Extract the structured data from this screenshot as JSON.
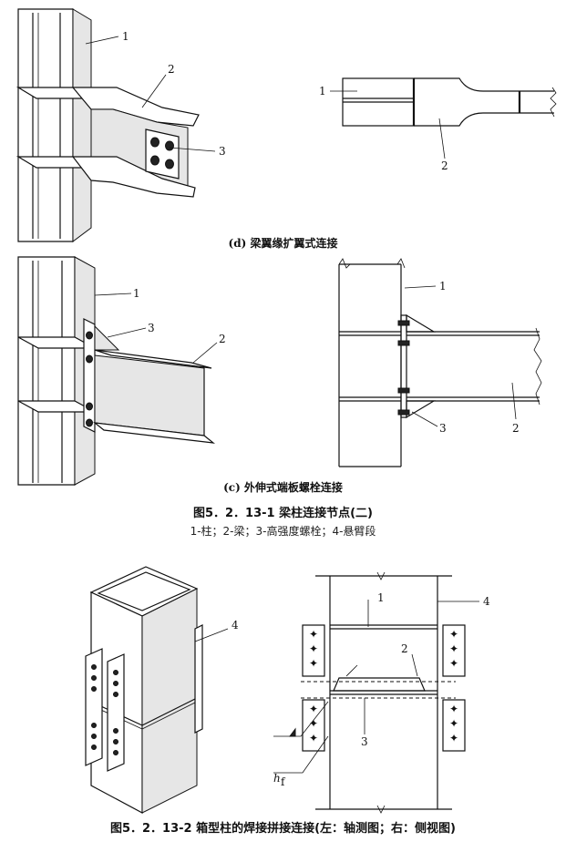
{
  "captions": {
    "sub_d": "(d) 梁翼缘扩翼式连接",
    "sub_c": "(c) 外伸式端板螺栓连接",
    "fig1_title": "图5．2．13-1 梁柱连接节点(二)",
    "fig1_legend": "1-柱；2-梁；3-高强度螺栓；4-悬臂段",
    "fig2_title": "图5．2．13-2 箱型柱的焊接拼接连接(左：轴测图；右：侧视图)"
  },
  "labels": {
    "d_iso": [
      "1",
      "2",
      "3"
    ],
    "d_side": [
      "1",
      "2"
    ],
    "c_iso": [
      "1",
      "3",
      "2"
    ],
    "c_side": [
      "1",
      "3",
      "2"
    ],
    "box_iso": [
      "4"
    ],
    "box_side": [
      "1",
      "4",
      "2",
      "3"
    ],
    "weld_symbol": "h",
    "weld_subscript": "f"
  }
}
